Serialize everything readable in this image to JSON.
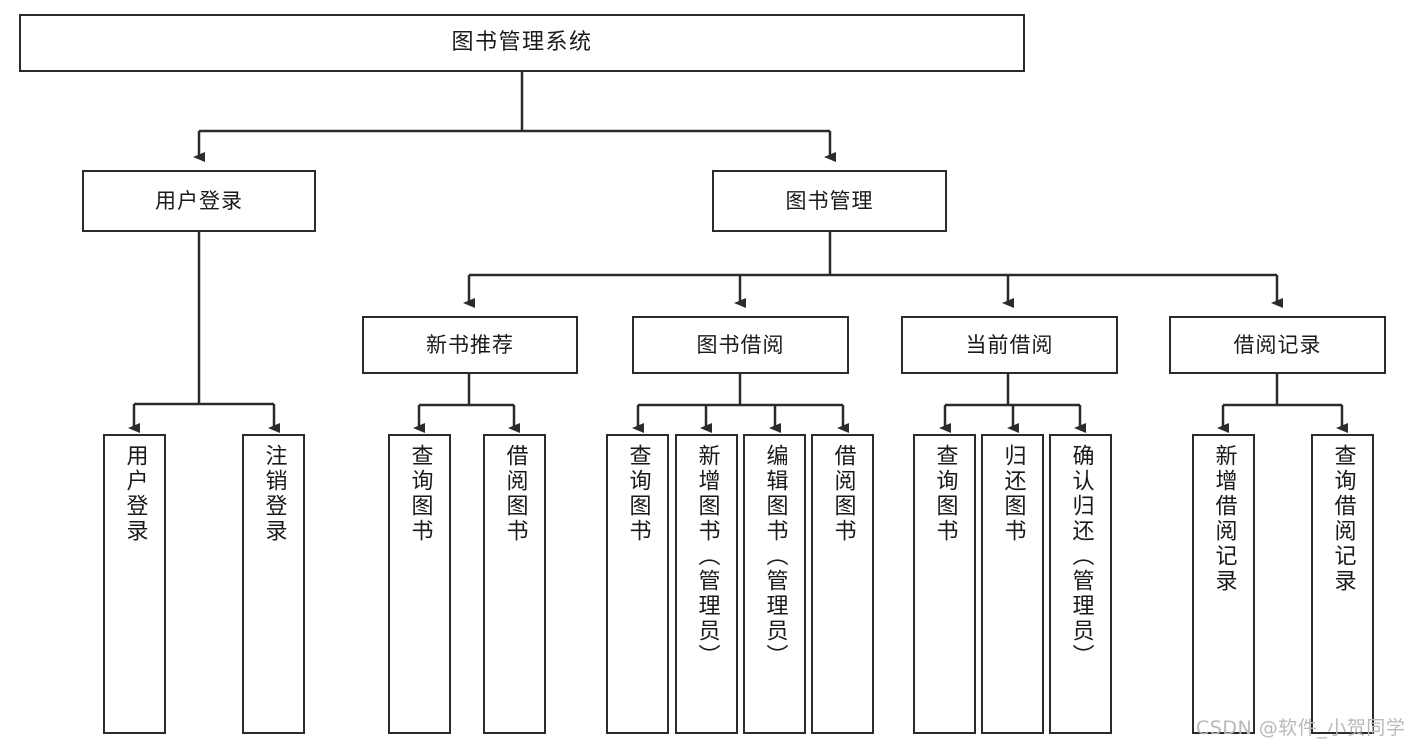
{
  "diagram": {
    "title": "图书管理系统",
    "type": "tree-hierarchy",
    "colors": {
      "box_border": "#2b2b2b",
      "box_fill": "#ffffff",
      "connector": "#2b2b2b",
      "watermark": "#b9b9b9",
      "background": "#ffffff"
    },
    "nodes": {
      "root": {
        "label": "图书管理系统"
      },
      "level1": [
        {
          "id": "user_login",
          "label": "用户登录"
        },
        {
          "id": "book_manage",
          "label": "图书管理"
        }
      ],
      "level2": [
        {
          "id": "new_book_rec",
          "label": "新书推荐"
        },
        {
          "id": "book_borrow",
          "label": "图书借阅"
        },
        {
          "id": "current_borrow",
          "label": "当前借阅"
        },
        {
          "id": "borrow_record",
          "label": "借阅记录"
        }
      ],
      "leaves": {
        "user_login": [
          {
            "id": "leaf_user_login",
            "label": "用户登录"
          },
          {
            "id": "leaf_user_logout",
            "label": "注销登录"
          }
        ],
        "new_book_rec": [
          {
            "id": "leaf_query_book_1",
            "label": "查询图书"
          },
          {
            "id": "leaf_borrow_book_1",
            "label": "借阅图书"
          }
        ],
        "book_borrow": [
          {
            "id": "leaf_query_book_2",
            "label": "查询图书"
          },
          {
            "id": "leaf_add_book",
            "label": "新增图书（管理员）"
          },
          {
            "id": "leaf_edit_book",
            "label": "编辑图书（管理员）"
          },
          {
            "id": "leaf_borrow_book_2",
            "label": "借阅图书"
          }
        ],
        "current_borrow": [
          {
            "id": "leaf_query_book_3",
            "label": "查询图书"
          },
          {
            "id": "leaf_return_book",
            "label": "归还图书"
          },
          {
            "id": "leaf_confirm_return",
            "label": "确认归还（管理员）"
          }
        ],
        "borrow_record": [
          {
            "id": "leaf_add_record",
            "label": "新增借阅记录"
          },
          {
            "id": "leaf_query_record",
            "label": "查询借阅记录"
          }
        ]
      }
    },
    "watermark": "CSDN @软件_小贺同学"
  }
}
